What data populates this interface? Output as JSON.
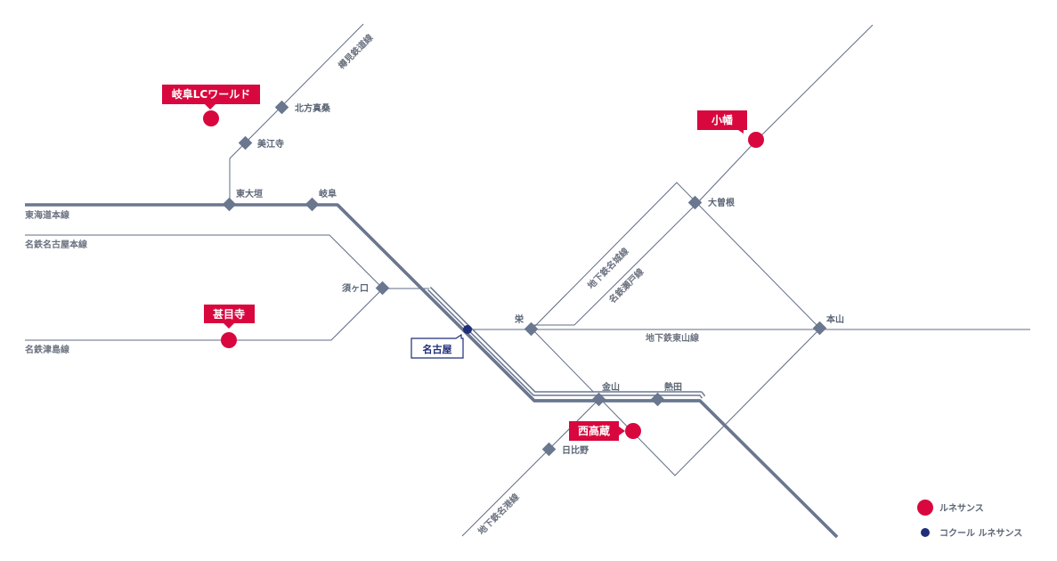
{
  "lines": {
    "tokaido": "東海道本線",
    "meitetsu_nagoya": "名鉄名古屋本線",
    "meitetsu_tsushima": "名鉄津島線",
    "tarumi": "樽見鉄道線",
    "higashiyama": "地下鉄東山線",
    "meijo": "地下鉄名城線",
    "seto": "名鉄瀬戸線",
    "meiko": "地下鉄名港線"
  },
  "stations": {
    "kitagata": "北方真桑",
    "mieji": "美江寺",
    "higashi_ogaki": "東大垣",
    "gifu": "岐阜",
    "sukaguchi": "須ヶ口",
    "sakae": "栄",
    "ozone": "大曽根",
    "motoyama": "本山",
    "kanayama": "金山",
    "atsuta": "熱田",
    "hibino": "日比野"
  },
  "clubs": {
    "gifu_lc": "岐阜LCワールド",
    "obata": "小幡",
    "jimokuji": "甚目寺",
    "nishitakakura": "西高蔵",
    "nagoya": "名古屋"
  },
  "legend": {
    "renaissance": "ルネサンス",
    "cocool": "コクール ルネサンス"
  },
  "colors": {
    "renaissance": "#d8083e",
    "cocool": "#1f2d7a",
    "line": "#6a778f"
  }
}
